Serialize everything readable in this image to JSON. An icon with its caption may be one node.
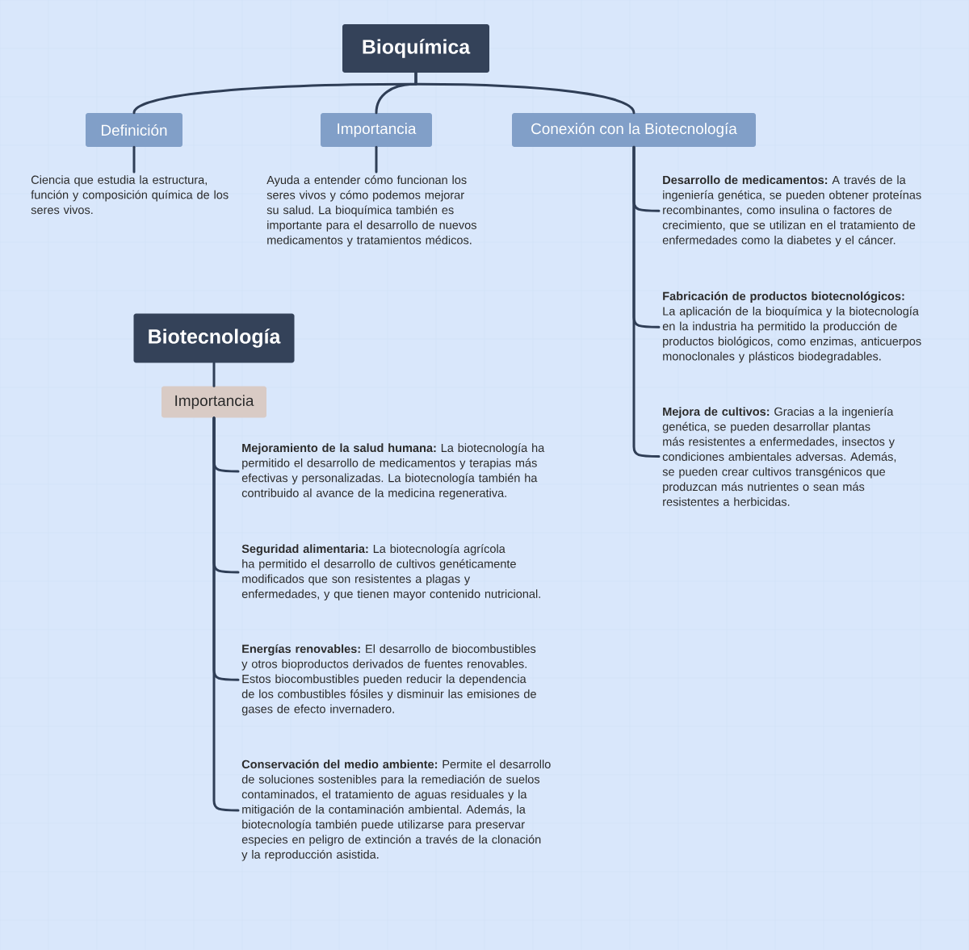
{
  "diagram": {
    "nodes": [
      {
        "text": [
          "Bioquímica"
        ]
      },
      {
        "text": [
          "Definición"
        ]
      },
      {
        "text": [
          "Importancia"
        ]
      },
      {
        "text": [
          "Conexión con la Biotecnología"
        ]
      },
      {
        "text": [
          "Ciencia que estudia la estructura, función y composición química de los seres vivos."
        ]
      },
      {
        "text": [
          "Ayuda a entender cómo funcionan los seres vivos y cómo podemos mejorar su salud. La bioquímica también es importante para el desarrollo de nuevos medicamentos y tratamientos médicos."
        ]
      },
      {
        "text": [
          "**Desarrollo de medicamentos:** A través de la ingeniería genética, se pueden obtener proteínas recombinantes, como insulina o factores de crecimiento, que se utilizan en el tratamiento de enfermedades como la diabetes y el cáncer."
        ]
      },
      {
        "text": [
          "**Fabricación de productos biotecnológicos:** La aplicación de la bioquímica y la biotecnología en la industria ha permitido la producción de productos biológicos, como enzimas, anticuerpos monoclonales y plásticos biodegradables."
        ]
      },
      {
        "text": [
          "**Mejora de cultivos:** Gracias a la ingeniería genética, se pueden desarrollar plantas más resistentes a enfermedades, insectos y condiciones ambientales adversas. Además, se pueden crear cultivos transgénicos que produzcan más nutrientes o sean más resistentes a herbicidas."
        ]
      },
      {
        "text": [
          "Biotecnología"
        ]
      },
      {
        "text": [
          "Importancia"
        ]
      },
      {
        "text": [
          "**Mejoramiento de la salud humana:** La biotecnología ha permitido el desarrollo de medicamentos y terapias más efectivas y personalizadas. La biotecnología también ha contribuido al avance de la medicina regenerativa."
        ]
      },
      {
        "text": [
          "**Seguridad alimentaria:** La biotecnología agrícola ha permitido el desarrollo de cultivos genéticamente modificados que son resistentes a plagas y enfermedades, y que tienen mayor contenido nutricional."
        ]
      },
      {
        "text": [
          "**Energías renovables:** El desarrollo de biocombustibles y otros bioproductos derivados de fuentes renovables. Estos biocombustibles pueden reducir la dependencia de los combustibles fósiles y disminuir las emisiones de gases de efecto invernadero."
        ]
      },
      {
        "text": [
          "**Conservación del medio ambiente:** Permite el desarrollo de soluciones sostenibles para la remediación de suelos contaminados, el tratamiento de aguas residuales y la mitigación de la contaminación ambiental. Además, la biotecnología también puede utilizarse para preservar especies en peligro de extinción a través de la clonación y la reproducción asistida."
        ]
      }
    ],
    "edges": [
      {
        "from": 0,
        "to": 1,
        "arrow": "none"
      },
      {
        "from": 0,
        "to": 2,
        "arrow": "none"
      },
      {
        "from": 0,
        "to": 3,
        "arrow": "none"
      },
      {
        "from": 1,
        "to": 4,
        "arrow": "none"
      },
      {
        "from": 2,
        "to": 5,
        "arrow": "none"
      },
      {
        "from": 3,
        "to": 6,
        "arrow": "none"
      },
      {
        "from": 3,
        "to": 7,
        "arrow": "none"
      },
      {
        "from": 3,
        "to": 8,
        "arrow": "none"
      },
      {
        "from": 9,
        "to": 10,
        "arrow": "none"
      },
      {
        "from": 10,
        "to": 11,
        "arrow": "none"
      },
      {
        "from": 10,
        "to": 12,
        "arrow": "none"
      },
      {
        "from": 10,
        "to": 13,
        "arrow": "none"
      },
      {
        "from": 10,
        "to": 14,
        "arrow": "none"
      }
    ]
  }
}
